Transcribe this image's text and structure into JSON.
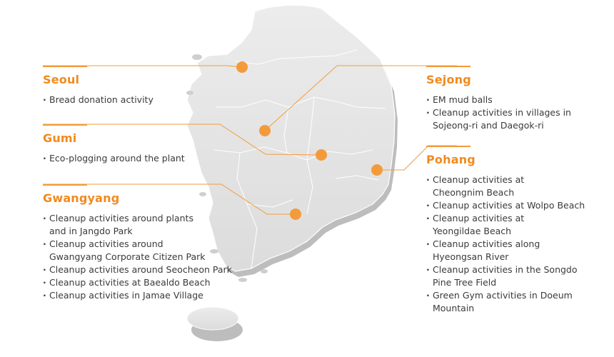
{
  "regions": {
    "seoul": {
      "title": "Seoul",
      "items": [
        "Bread donation activity"
      ]
    },
    "gumi": {
      "title": "Gumi",
      "items": [
        "Eco-plogging around the plant"
      ]
    },
    "gwangyang": {
      "title": "Gwangyang",
      "items": [
        "Cleanup activities around plants\nand in Jangdo Park",
        "Cleanup activities around\nGwangyang Corporate Citizen Park",
        "Cleanup activities around Seocheon Park",
        "Cleanup activities at Baealdo Beach",
        "Cleanup activities in Jamae Village"
      ]
    },
    "sejong": {
      "title": "Sejong",
      "items": [
        "EM mud balls",
        "Cleanup activities in villages in\nSojeong-ri and Daegok-ri"
      ]
    },
    "pohang": {
      "title": "Pohang",
      "items": [
        "Cleanup activities at\nCheongnim Beach",
        "Cleanup activities at Wolpo Beach",
        "Cleanup activities at\nYeongildae Beach",
        "Cleanup activities along\nHyeongsan River",
        "Cleanup activities in the Songdo\nPine Tree Field",
        "Green Gym activities in Doeum\nMountain"
      ]
    }
  },
  "colors": {
    "accent": "#f28a1e",
    "marker": "#f39b3b",
    "land_top": "#e6e6e6",
    "land_side": "#bdbdbd"
  }
}
